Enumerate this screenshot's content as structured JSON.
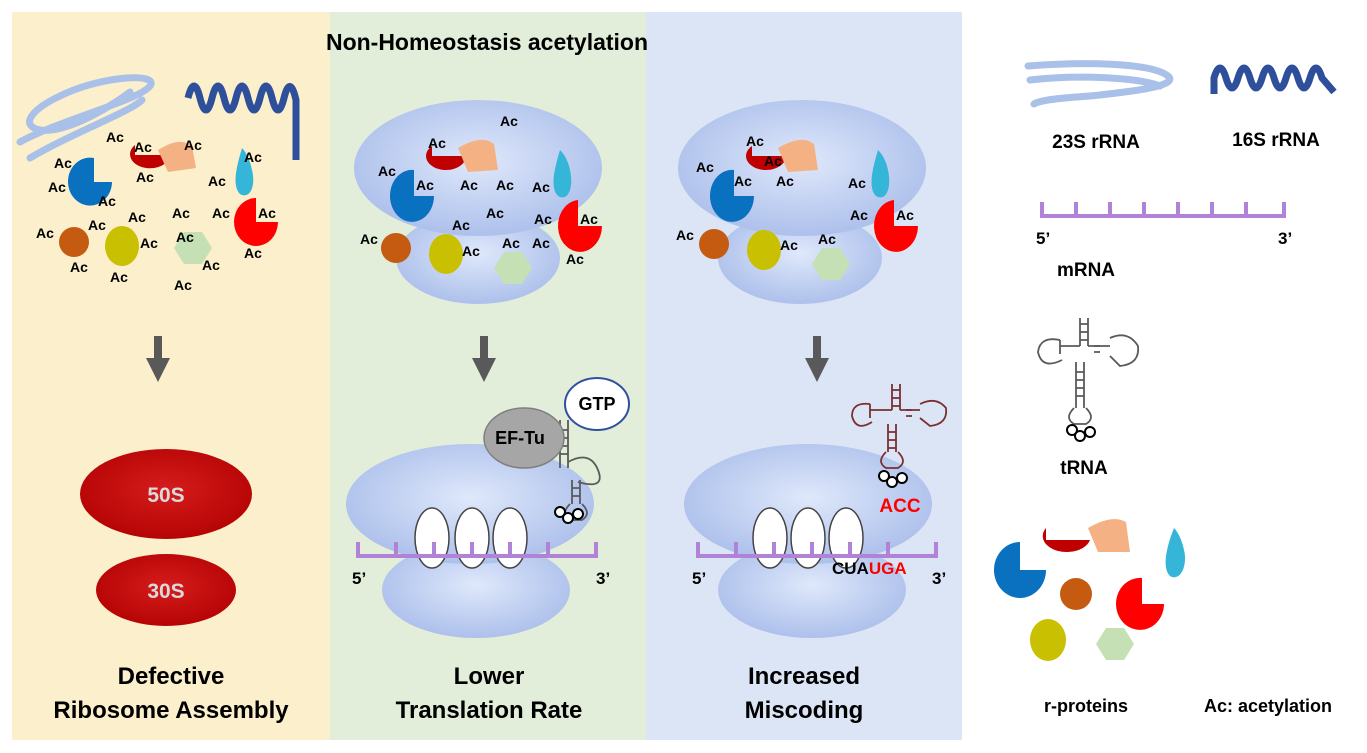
{
  "title": "Non-Homeostasis acetylation",
  "ac_label": "Ac",
  "panels": {
    "assembly": {
      "line1": "Defective",
      "line2": "Ribosome Assembly",
      "subunit_large": "50S",
      "subunit_small": "30S"
    },
    "translation": {
      "line1": "Lower",
      "line2": "Translation Rate",
      "ef_tu": "EF-Tu",
      "gtp": "GTP",
      "end5": "5’",
      "end3": "3’"
    },
    "miscoding": {
      "line1": "Increased",
      "line2": "Miscoding",
      "anticodon": "ACC",
      "codon_black": "CUA",
      "codon_red": "UGA",
      "end5": "5’",
      "end3": "3’"
    }
  },
  "legend": {
    "rrna23": "23S rRNA",
    "rrna16": "16S rRNA",
    "mrna": "mRNA",
    "end5": "5’",
    "end3": "3’",
    "trna": "tRNA",
    "rproteins": "r-proteins",
    "ac_note": "Ac: acetylation"
  },
  "colors": {
    "panel1_bg": "#fcefcc",
    "panel2_bg": "#e2eed9",
    "panel3_bg": "#dce5f5",
    "ribosome": "#b6c8ee",
    "subunit_red": "#c00000",
    "mrna": "#b083d8",
    "rrna23": "#a9c0e8",
    "rrna16": "#2e4f9a",
    "trna_gray": "#5a5a5a",
    "trna_brown": "#7a3030",
    "codon_red": "#ff0000",
    "protein_darkred": "#c00000",
    "protein_peach": "#f4b183",
    "protein_cyan": "#35b6d9",
    "protein_blue": "#0a70c0",
    "protein_orange": "#c55a11",
    "protein_red": "#ff0000",
    "protein_olive": "#c8c000",
    "protein_green": "#c5e0b4"
  }
}
